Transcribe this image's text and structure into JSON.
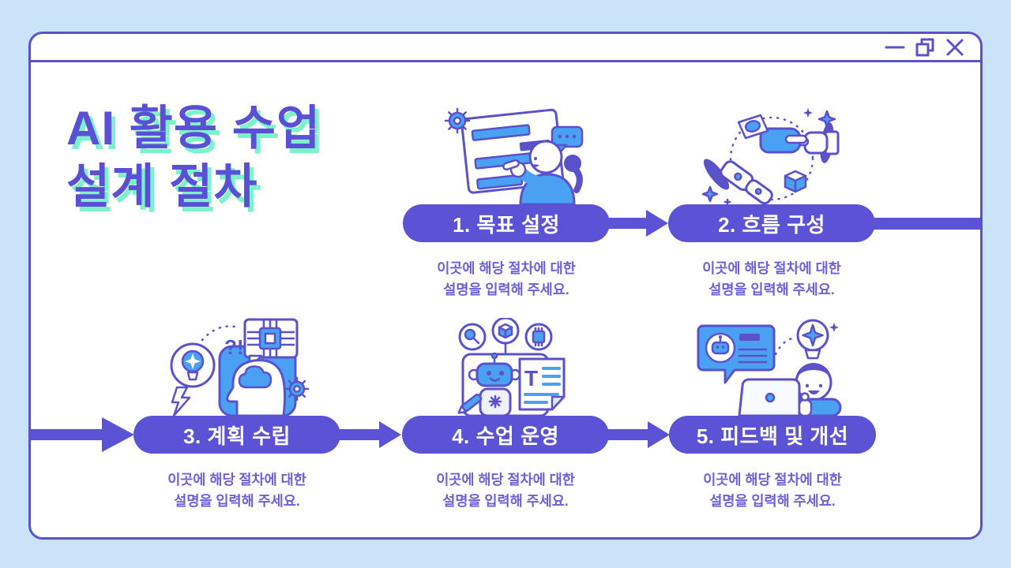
{
  "window": {
    "icons": [
      "minimize-icon",
      "restore-icon",
      "close-icon"
    ]
  },
  "title": {
    "line1": "AI 활용 수업",
    "line2": "설계 절차"
  },
  "steps": [
    {
      "label": "1. 목표 설정",
      "desc1": "이곳에 해당 절차에 대한",
      "desc2": "설명을 입력해 주세요.",
      "illustration": "woman-pointing-presentation-board"
    },
    {
      "label": "2. 흐름 구성",
      "desc1": "이곳에 해당 절차에 대한",
      "desc2": "설명을 입력해 주세요.",
      "illustration": "robot-arms-connecting-cube"
    },
    {
      "label": "3. 계획 수립",
      "desc1": "이곳에 해당 절차에 대한",
      "desc2": "설명을 입력해 주세요.",
      "illustration": "head-profile-brainstorm-idea"
    },
    {
      "label": "4. 수업 운영",
      "desc1": "이곳에 해당 절차에 대한",
      "desc2": "설명을 입력해 주세요.",
      "illustration": "robot-board-document"
    },
    {
      "label": "5. 피드백 및 개선",
      "desc1": "이곳에 해당 절차에 대한",
      "desc2": "설명을 입력해 주세요.",
      "illustration": "person-laptop-feedback-bulb"
    }
  ],
  "svg_text": {
    "thought_marks": "?!",
    "document_letter": "T"
  },
  "colors": {
    "background": "#cae3f8",
    "window_fill": "#ffffff",
    "outline_purple": "#5b51cb",
    "pill_purple": "#5c52d6",
    "title_purple": "#5a50d6",
    "title_shadow_mint": "#7bf2ca",
    "description_purple": "#6c61da",
    "accent_blue": "#4aa0f2"
  }
}
